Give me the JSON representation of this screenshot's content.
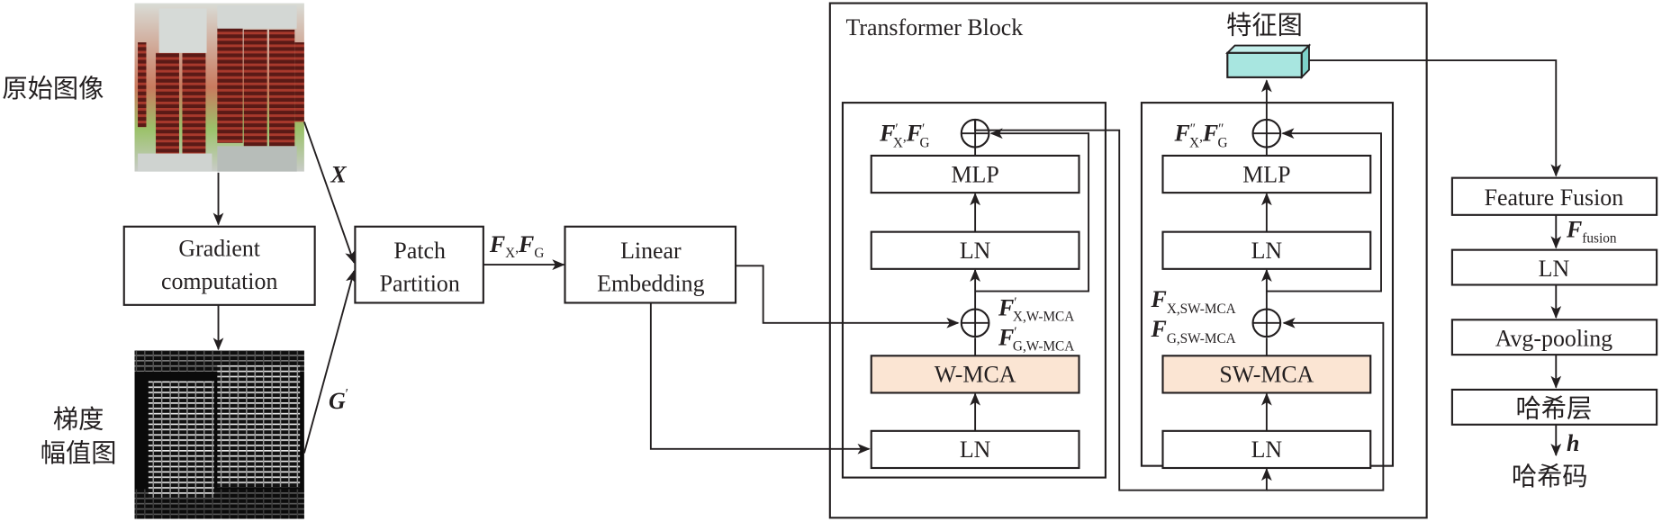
{
  "colors": {
    "ink": "#231f20",
    "attention_fill": "#fbe5d3",
    "feature_map_fill": "#a8e6e0"
  },
  "inputs": {
    "original_image_label": "原始图像",
    "gradient_image_label_line1": "梯度",
    "gradient_image_label_line2": "幅值图",
    "edge_x_label": "X",
    "edge_g_label": "G",
    "edge_g_prime": "′"
  },
  "stages": {
    "gradient_computation_line1": "Gradient",
    "gradient_computation_line2": "computation",
    "patch_partition_line1": "Patch",
    "patch_partition_line2": "Partition",
    "patch_output": {
      "f1": "F",
      "s1": "X",
      "sep": ",",
      "f2": "F",
      "s2": "G"
    },
    "linear_embedding_line1": "Linear",
    "linear_embedding_line2": "Embedding"
  },
  "transformer_block": {
    "title": "Transformer Block",
    "feature_map_label": "特征图",
    "block1": {
      "mlp": "MLP",
      "ln_top": "LN",
      "attention": "W-MCA",
      "ln_bottom": "LN",
      "out_label": {
        "f1": "F",
        "p1": "′",
        "s1": "X",
        "sep": ",",
        "f2": "F",
        "p2": "′",
        "s2": "G"
      },
      "mid_label_1": {
        "f": "F",
        "p": "′",
        "s": "X,W-MCA"
      },
      "mid_label_2": {
        "f": "F",
        "p": "′",
        "s": "G,W-MCA"
      }
    },
    "block2": {
      "mlp": "MLP",
      "ln_top": "LN",
      "attention": "SW-MCA",
      "ln_bottom": "LN",
      "out_label": {
        "f1": "F",
        "p1": "″",
        "s1": "X",
        "sep": ",",
        "f2": "F",
        "p2": "″",
        "s2": "G"
      },
      "mid_label_1": {
        "f": "F",
        "s": "X,SW-MCA"
      },
      "mid_label_2": {
        "f": "F",
        "s": "G,SW-MCA"
      }
    }
  },
  "head": {
    "feature_fusion": "Feature Fusion",
    "fusion_label": {
      "f": "F",
      "s": "fusion"
    },
    "ln": "LN",
    "avg_pooling": "Avg-pooling",
    "hash_layer": "哈希层",
    "hash_var": "h",
    "hash_code": "哈希码"
  }
}
